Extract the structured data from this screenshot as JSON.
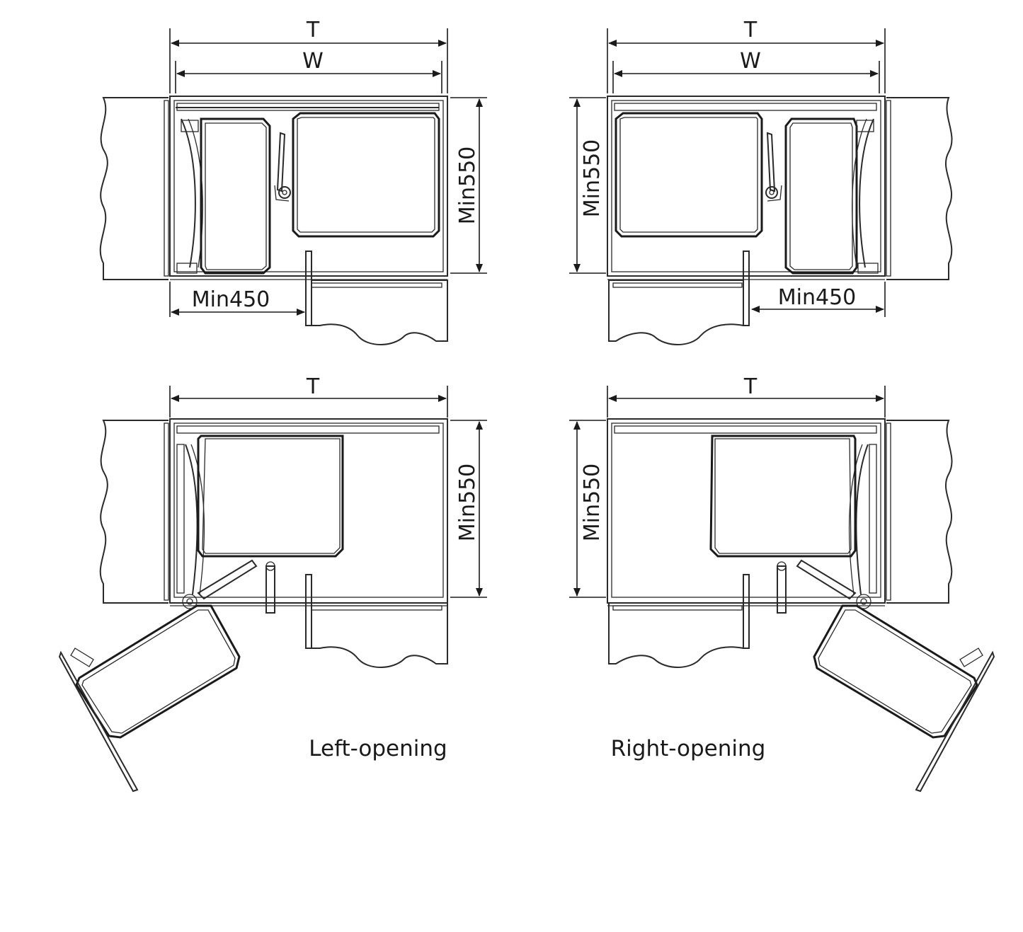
{
  "labels": {
    "t": "T",
    "w": "W",
    "min550": "Min550",
    "min450": "Min450"
  },
  "captions": {
    "left": "Left-opening",
    "right": "Right-opening"
  }
}
